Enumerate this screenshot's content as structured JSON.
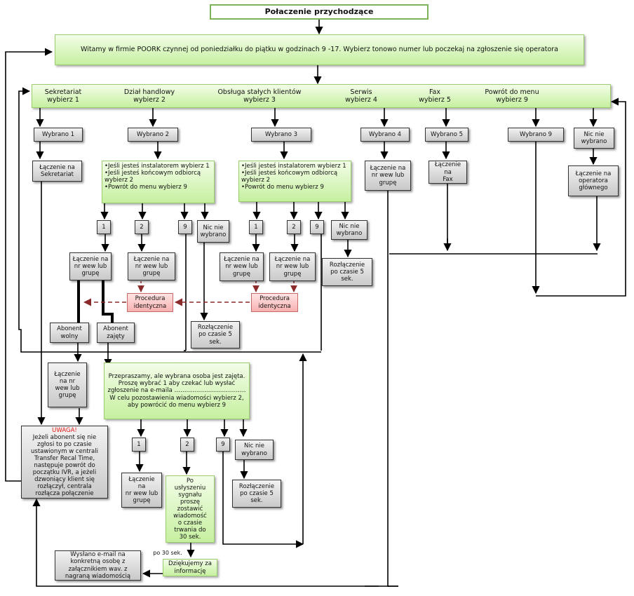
{
  "title": "Połaczenie przychodzące",
  "welcome": "Witamy w firmie POORK czynnej od poniedziałku do piątku w godzinach 9 -17.  Wybierz tonowo numer lub poczekaj na zgłoszenie się operatora",
  "menu": [
    "Sekretariat\nwybierz 1",
    "Dział handlowy\nwybierz 2",
    "Obsługa stałych klientów\nwybierz 3",
    "Serwis\nwybierz 4",
    "Fax\nwybierz 5",
    "Powrót do menu\nwybierz 9"
  ],
  "selected": {
    "w1": "Wybrano 1",
    "w2": "Wybrano 2",
    "w3": "Wybrano 3",
    "w4": "Wybrano 4",
    "w5": "Wybrano 5",
    "w9": "Wybrano 9",
    "none": "Nic nie\nwybrano"
  },
  "connect": {
    "sekretariat": "Łączenie na\nSekretariat",
    "group4": "Łączenie na\nnr wew lub\ngrupę",
    "fax": "Łączenie na\nFax",
    "operator": "Łączenie na\noperatora\ngłównego"
  },
  "submenu": "•Jeśli jesteś instalatorem  wybierz 1\n•Jeśli jesteś końcowym odbiorcą wybierz 2\n•Powrót do menu   wybierz 9",
  "keys": {
    "k1": "1",
    "k2": "2",
    "k9": "9"
  },
  "none_selected": "Nic nie\nwybrano",
  "connect_group": "Łączenie na\nnr wew lub\ngrupę",
  "connect_group_narrow": "Łączenie\nna nr\nwew lub\ngrupę",
  "procedure": "Procedura\nidentyczna",
  "disconnect": "Rozłączenie\npo czasie 5\nsek.",
  "subscriber_free": "Abonent\nwolny",
  "subscriber_busy": "Abonent\nzajęty",
  "warning": {
    "title": "UWAGA!",
    "text": "Jeżeli abonent się nie\nzgłosi to po czasie\nustawionym w centrali\nTransfer Recal Time,\nnastępuje powrót do\npoczątku IVR, a jeżeli\ndzwoniący klient się\nrozłączył, centrala\nrozłącza połączenie"
  },
  "busy_message": "Przepraszamy, ale wybrana osoba jest zajęta.\nProszę wybrać 1 aby czekać lub wysłać\nzgłoszenie na e-maila ………………………………\nW celu pozostawienia wiadomości wybierz 2,\naby powrócić do menu wybierz 9",
  "voicemail": "Po\nusłyszeniu\nsygnału\nproszę\nzostawić\nwiadomość\no czasie\ntrwania do\n30 sek.",
  "after_30": "po 30 sek.",
  "thanks": "Dziękujemy za\ninformację",
  "email_sent": "Wysłano e-mail na\nkonkretną osobę z\nzałącznikiem wav. z\nnagraną wiadomością"
}
